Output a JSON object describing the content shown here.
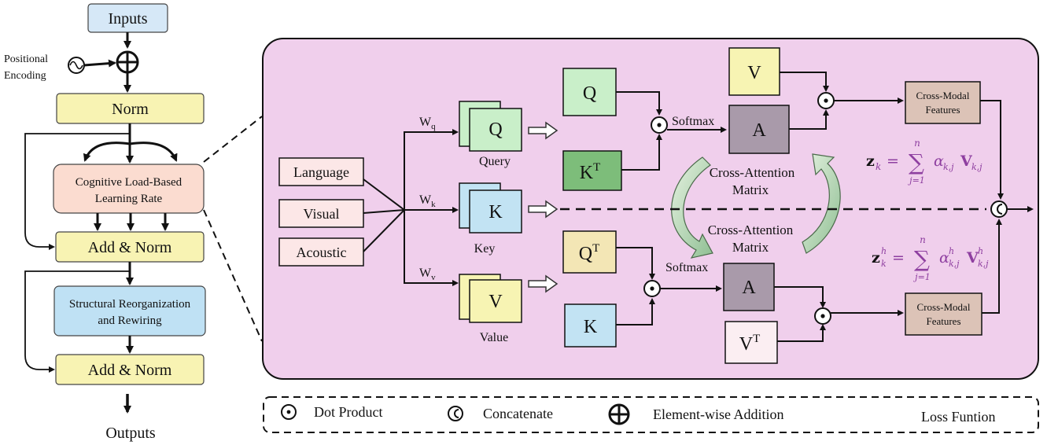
{
  "left_stack": {
    "inputs": "Inputs",
    "positional_encoding_line1": "Positional",
    "positional_encoding_line2": "Encoding",
    "norm": "Norm",
    "cognitive_line1": "Cognitive Load-Based",
    "cognitive_line2": "Learning Rate",
    "add_norm_1": "Add & Norm",
    "structural_line1": "Structural Reorganization",
    "structural_line2": "and Rewiring",
    "add_norm_2": "Add & Norm",
    "outputs": "Outputs"
  },
  "detail": {
    "modalities": [
      "Language",
      "Visual",
      "Acoustic"
    ],
    "weights": {
      "wq": "W",
      "wq_sub": "q",
      "wk": "W",
      "wk_sub": "k",
      "wv": "W",
      "wv_sub": "v"
    },
    "query_box": "Q",
    "query_caption": "Query",
    "key_box": "K",
    "key_caption": "Key",
    "value_box": "V",
    "value_caption": "Value",
    "q_top": "Q",
    "kt_top": "K",
    "kt_top_sup": "T",
    "softmax_top": "Softmax",
    "a_top": "A",
    "v_top": "V",
    "cmf_top_line1": "Cross-Modal",
    "cmf_top_line2": "Features",
    "cam_top_line1": "Cross-Attention",
    "cam_top_line2": "Matrix",
    "cam_bottom_line1": "Cross-Attention",
    "cam_bottom_line2": "Matrix",
    "qt_bottom": "Q",
    "qt_bottom_sup": "T",
    "k_bottom": "K",
    "softmax_bottom": "Softmax",
    "a_bottom": "A",
    "vt_bottom": "V",
    "vt_bottom_sup": "T",
    "cmf_bottom_line1": "Cross-Modal",
    "cmf_bottom_line2": "Features",
    "eq_top": {
      "lhs_var": "z",
      "lhs_sub": "k",
      "eq": "=",
      "sum_sup": "n",
      "sum_sub": "j=1",
      "alpha": "α",
      "alpha_sub": "k,j",
      "vec": "V",
      "vec_sub": "k,j"
    },
    "eq_bottom": {
      "lhs_var": "z",
      "lhs_sub": "k",
      "lhs_sup": "h",
      "eq": "=",
      "sum_sup": "n",
      "sum_sub": "j=1",
      "alpha": "α",
      "alpha_sub": "k,j",
      "alpha_sup": "h",
      "vec": "V",
      "vec_sub": "k,j",
      "vec_sup": "h"
    }
  },
  "legend": {
    "dot_product": "Dot Product",
    "concatenate": "Concatenate",
    "element_wise_addition": "Element-wise Addition",
    "loss_function": "Loss Funtion"
  },
  "colors": {
    "panel_bg": "#f0cfec",
    "inputs_box": "#d6e8f7",
    "norm_box": "#f8f3b3",
    "cognitive_box": "#fbdcd0",
    "structural_box": "#bfe1f4",
    "modality_box": "#fce7e7",
    "q_box": "#c9efc9",
    "kt_box": "#7dbd7a",
    "k_box": "#c2e3f3",
    "v_box": "#f7f4b3",
    "qt_box": "#f3e6b5",
    "a_box": "#a99aaa",
    "vt_box": "#fbeef2",
    "cmf_box": "#dcc3b7",
    "equation_purple": "#8e3fa0"
  }
}
